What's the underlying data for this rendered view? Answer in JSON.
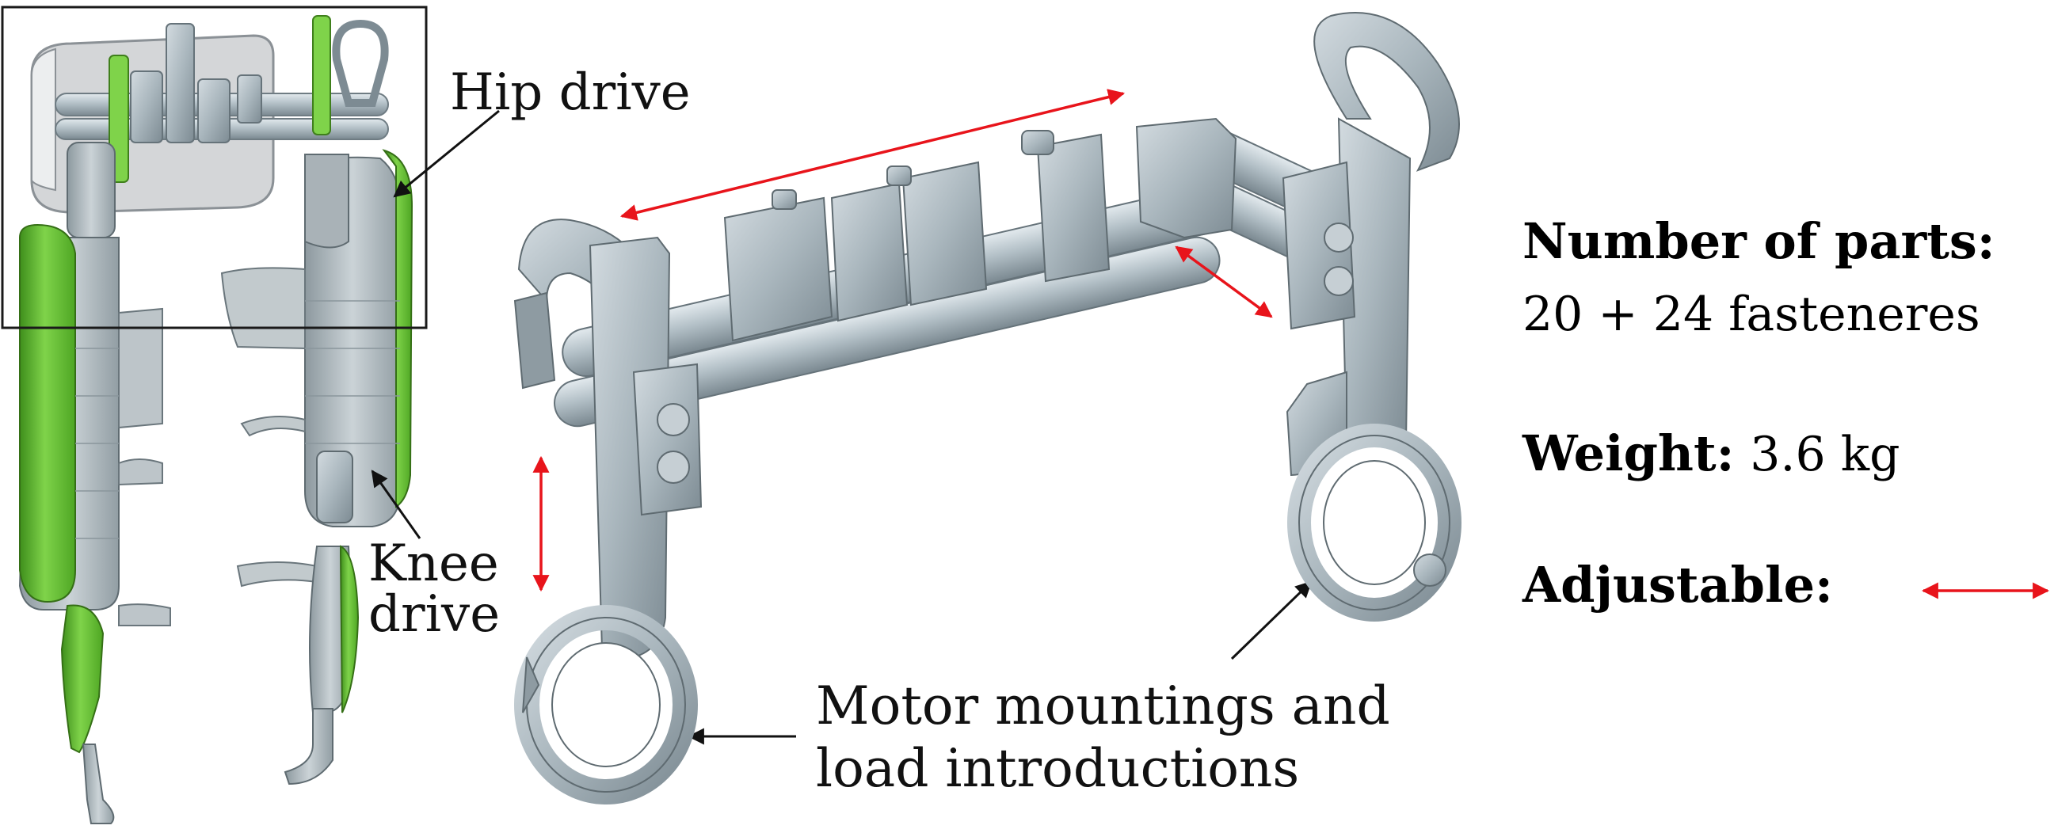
{
  "labels": {
    "hip_drive": "Hip drive",
    "knee_drive_line1": "Knee",
    "knee_drive_line2": "drive",
    "motor_line1": "Motor mountings and",
    "motor_line2": "load introductions"
  },
  "specs": {
    "parts_label": "Number of parts:",
    "parts_value": "20 + 24 fasteneres",
    "weight_label": "Weight:",
    "weight_value": "3.6 kg",
    "adjustable_label": "Adjustable:"
  },
  "colors": {
    "adjust_arrow": "#e8141b",
    "frame_metal": "#a9b6bd",
    "frame_metal_dark": "#7d8b93",
    "shell_green": "#6cc23a",
    "leg_grey": "#b9c2c7",
    "backpack_grey": "#d4d6d8",
    "callout_box": "#1a1a1a"
  },
  "icons": [
    "double-arrow-icon"
  ]
}
